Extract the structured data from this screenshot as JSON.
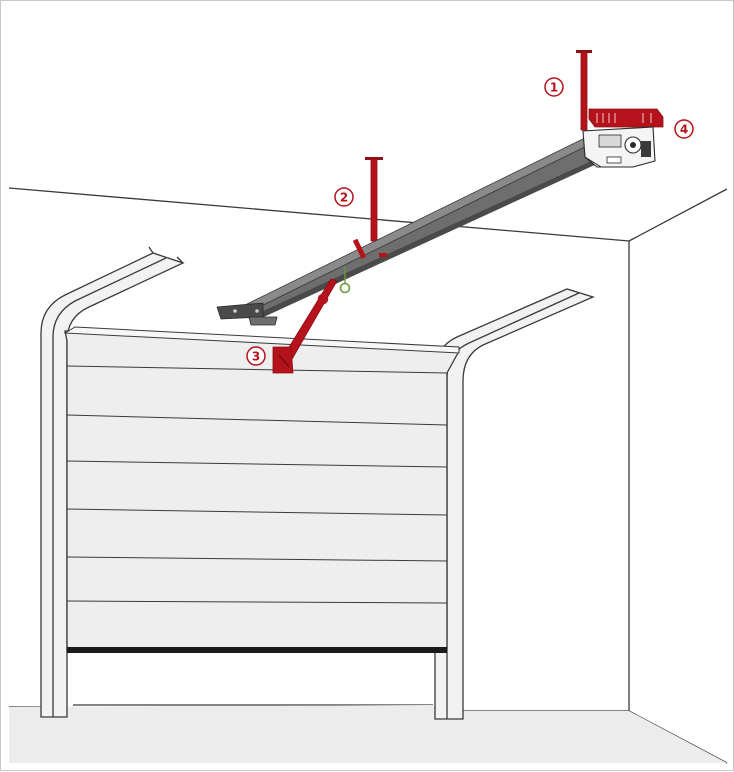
{
  "callouts": [
    {
      "id": "1",
      "label": "1"
    },
    {
      "id": "2",
      "label": "2"
    },
    {
      "id": "3",
      "label": "3"
    },
    {
      "id": "4",
      "label": "4"
    }
  ],
  "colors": {
    "accent": "#b5121b",
    "accent_dark": "#8c1016",
    "rail": "#6e6e6e",
    "rail_dark": "#4a4a4a",
    "outline": "#3a3a3a",
    "door_fill": "#eeeeee",
    "floor_fill": "#ececec",
    "release_ring": "#6a9a3a"
  }
}
